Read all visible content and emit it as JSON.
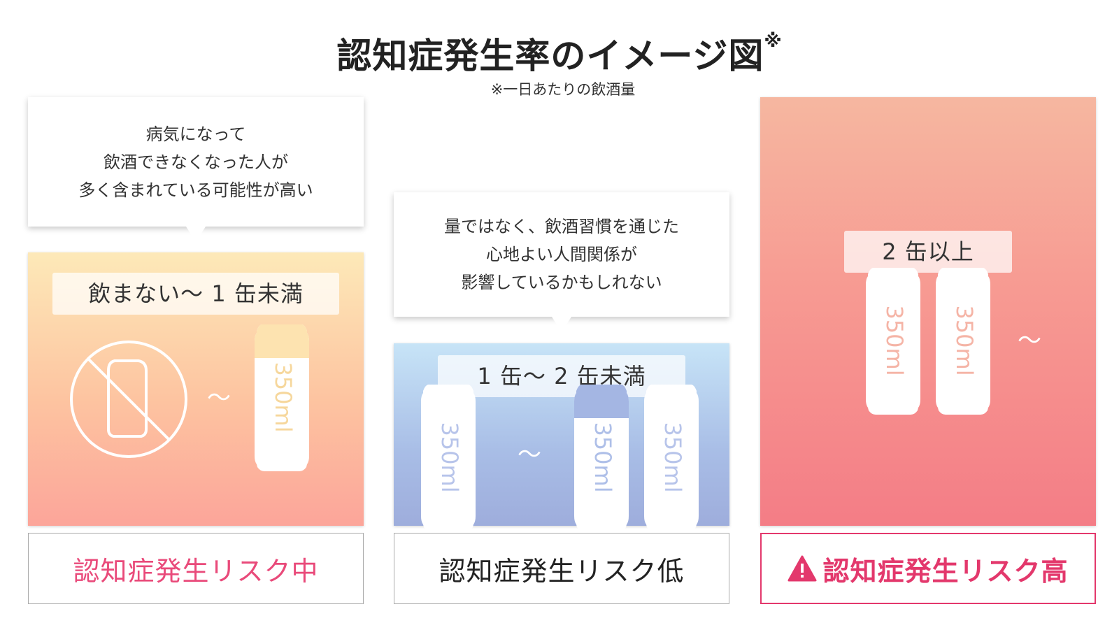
{
  "title": "認知症発生率のイメージ図",
  "title_mark": "※",
  "subtitle": "※一日あたりの飲酒量",
  "columns": [
    {
      "bubble": [
        "病気になって",
        "飲酒できなくなった人が",
        "多く含まれている可能性が高い"
      ],
      "amount_label": "飲まない〜 1 缶未満",
      "risk_label": "認知症発生リスク中"
    },
    {
      "bubble": [
        "量ではなく、飲酒習慣を通じた",
        "心地よい人間関係が",
        "影響しているかもしれない"
      ],
      "amount_label": "1 缶〜 2 缶未満",
      "risk_label": "認知症発生リスク低"
    },
    {
      "amount_label": "2 缶以上",
      "risk_label": "認知症発生リスク高"
    }
  ],
  "can_text": "350ml",
  "tilde": "〜",
  "icons": {
    "no_drink": "no-drink-icon",
    "can": "can-icon",
    "warning": "warning-icon"
  },
  "colors": {
    "risk_mid": "#e94a7a",
    "risk_low": "#222222",
    "risk_high": "#e3386c"
  }
}
